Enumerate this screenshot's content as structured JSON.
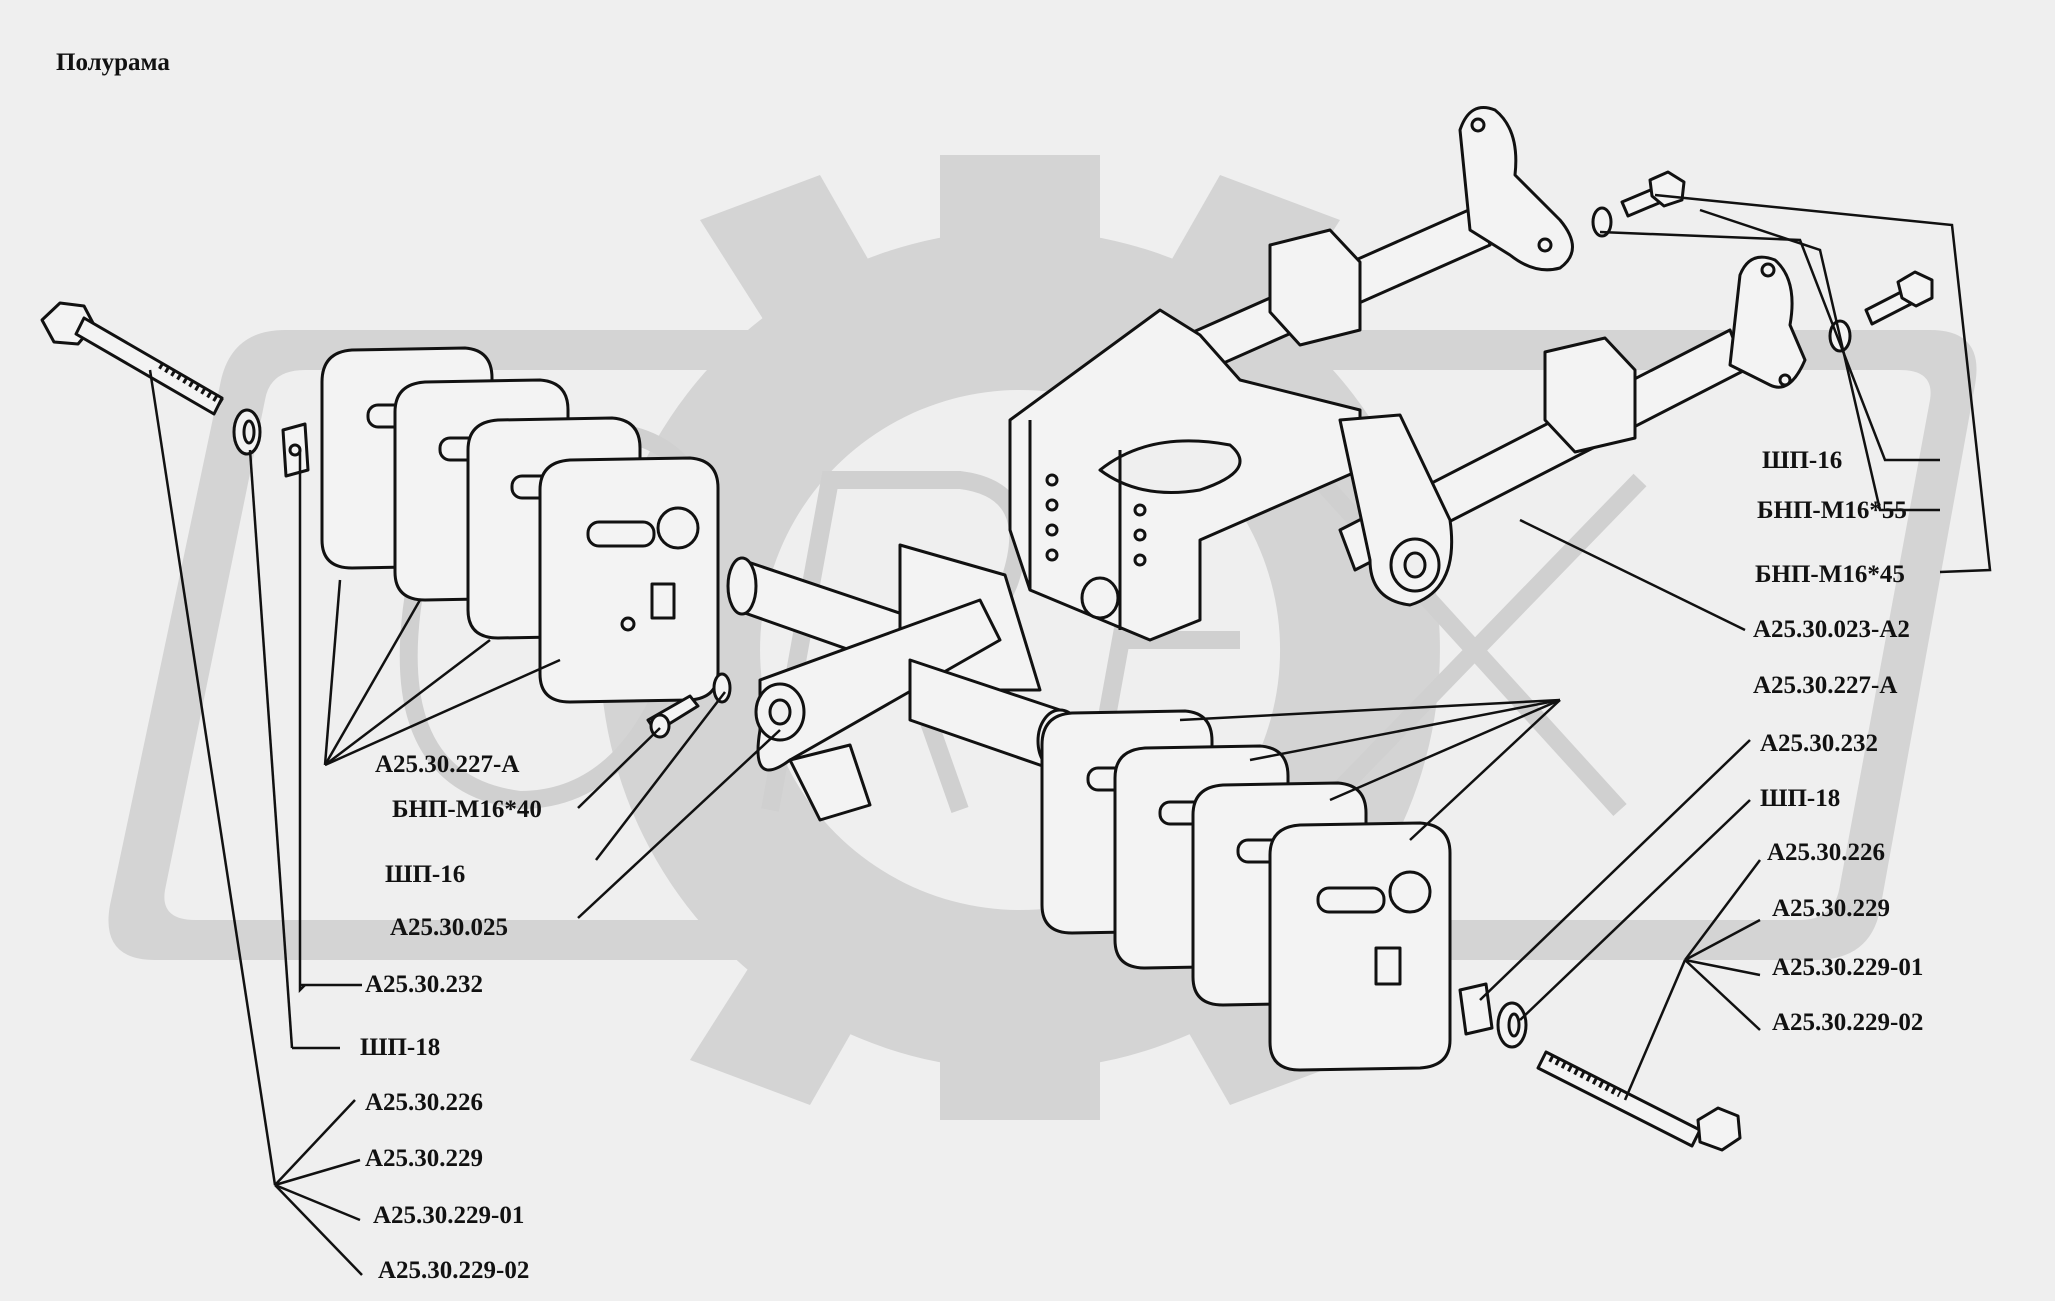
{
  "title": "Полурама",
  "watermark": "ORFX",
  "colors": {
    "background": "#efefef",
    "watermark": "#d4d4d4",
    "line": "#111111",
    "part_fill": "#f3f3f3"
  },
  "labels": {
    "left_pad_group": "А25.30.227-А",
    "left_bolt_m16x40": "БНП-М16*40",
    "left_washer_shp16": "ШП-16",
    "left_axle": "А25.30.025",
    "left_plate": "А25.30.232",
    "left_washer_shp18": "ШП-18",
    "left_bolt_226": "А25.30.226",
    "left_bolt_229": "А25.30.229",
    "left_bolt_229_01": "А25.30.229-01",
    "left_bolt_229_02": "А25.30.229-02",
    "right_washer_shp16": "ШП-16",
    "right_bolt_m16x55": "БНП-М16*55",
    "right_bolt_m16x45": "БНП-М16*45",
    "frame": "А25.30.023-А2",
    "right_pad_group": "А25.30.227-А",
    "right_plate": "А25.30.232",
    "right_washer_shp18": "ШП-18",
    "right_bolt_226": "А25.30.226",
    "right_bolt_229": "А25.30.229",
    "right_bolt_229_01": "А25.30.229-01",
    "right_bolt_229_02": "А25.30.229-02"
  }
}
